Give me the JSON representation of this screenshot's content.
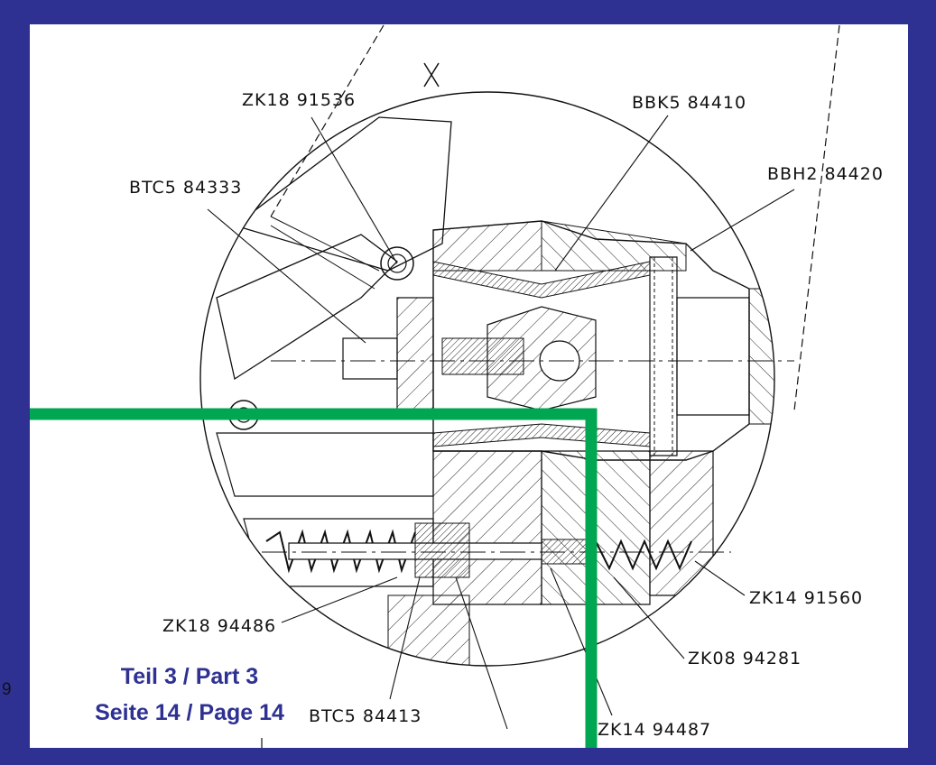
{
  "colors": {
    "outer_frame": "#2e3192",
    "top_band": "#e0201f",
    "highlight_line": "#00a651",
    "caption_text": "#2e3192"
  },
  "labels": {
    "view_marker": "X",
    "zk18_91536": "ZK18 91536",
    "bbk5_84410": "BBK5 84410",
    "btc5_84333": "BTC5 84333",
    "bbh2_84420": "BBH2 84420",
    "zk14_91560": "ZK14 91560",
    "zk18_94486": "ZK18 94486",
    "zk08_94281": "ZK08 94281",
    "btc5_84413": "BTC5 84413",
    "zk14_94487": "ZK14 94487"
  },
  "caption": {
    "part": "Teil 3 / Part 3",
    "page": "Seite 14 / Page 14"
  },
  "page_number_fragment": "9"
}
